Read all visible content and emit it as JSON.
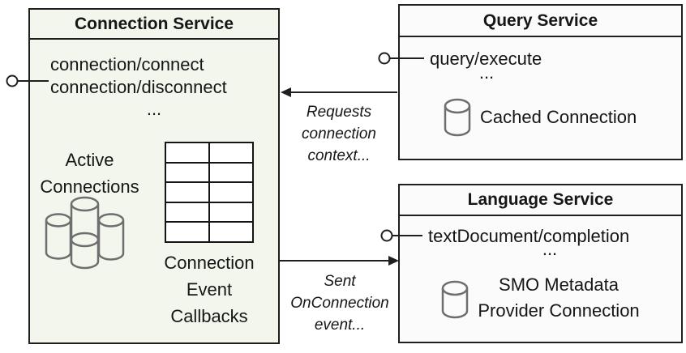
{
  "colors": {
    "connection_box_fill": "#f3f6ed",
    "service_box_fill": "#fbfbfc",
    "box_border": "#1f1f1f",
    "cylinder_stroke": "#6e6e6e",
    "text": "#161616"
  },
  "connection_service": {
    "title": "Connection Service",
    "method_1": "connection/connect",
    "method_2": "connection/disconnect",
    "ellipsis": "...",
    "active_connections_label": "Active\nConnections",
    "callbacks_label": "Connection\nEvent\nCallbacks"
  },
  "query_service": {
    "title": "Query Service",
    "method_1": "query/execute",
    "ellipsis": "...",
    "connection_label": "Cached Connection"
  },
  "language_service": {
    "title": "Language Service",
    "method_1": "textDocument/completion",
    "ellipsis": "...",
    "connection_label": "SMO Metadata\nProvider Connection"
  },
  "arrows": {
    "requests_label": "Requests\nconnection\ncontext...",
    "sent_label": "Sent\nOnConnection\nevent..."
  }
}
